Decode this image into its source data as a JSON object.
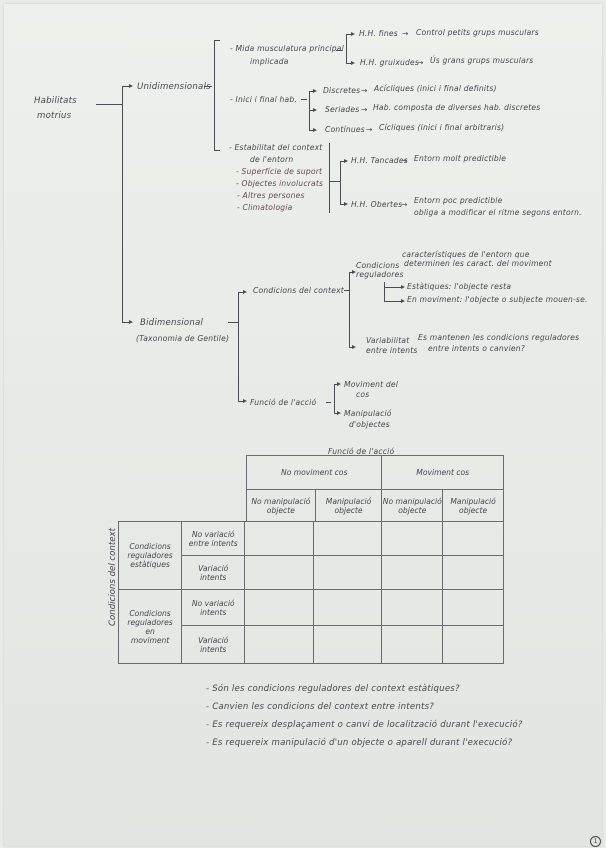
{
  "document": {
    "language": "ca",
    "root": {
      "label_line1": "Habilitats",
      "label_line2": "motrius"
    },
    "unidimensional": {
      "label": "Unidimensionals",
      "muscle": {
        "label_line1": "- Mida musculatura principal",
        "label_line2": "implicada",
        "fines": {
          "label": "H.H. fines",
          "desc": "Control petits grups musculars"
        },
        "gruixudes": {
          "label": "H.H. gruixudes",
          "desc": "Ús grans grups musculars"
        }
      },
      "start_end": {
        "label": "- Inici i final hab.",
        "discretes": {
          "label": "Discretes",
          "desc": "Acícliques (inici i final definits)"
        },
        "seriades": {
          "label": "Seriades",
          "desc": "Hab. composta de diverses hab. discretes"
        },
        "continues": {
          "label": "Contínues",
          "desc": "Cícliques (inici i final arbitraris)"
        }
      },
      "stability": {
        "label_line1": "- Estabilitat del context",
        "label_line2": "de l'entorn",
        "subpoints": [
          "- Superfície de suport",
          "- Objectes involucrats",
          "- Altres persones",
          "- Climatologia"
        ],
        "tancades": {
          "label": "H.H. Tancades",
          "desc": "Entorn molt predictible"
        },
        "obertes": {
          "label": "H.H. Obertes",
          "desc_line1": "Entorn poc predictible",
          "desc_line2": "obliga a modificar el ritme segons entorn."
        }
      }
    },
    "bidimensional": {
      "label": "Bidimensional",
      "sublabel": "(Taxonomia de Gentile)",
      "context": {
        "label": "Condicions del context",
        "regulating": {
          "label_line1": "Condicions",
          "label_line2": "reguladores",
          "note_line1": "característiques de l'entorn que",
          "note_line2": "determinen les caract. del moviment",
          "estatiques": "Estàtiques: l'objecte resta",
          "moviment": "En moviment: l'objecte o subjecte mouen-se."
        },
        "variability": {
          "label_line1": "Variabilitat",
          "label_line2": "entre intents",
          "note_line1": "Es mantenen les condicions reguladores",
          "note_line2": "entre intents o canvien?"
        }
      },
      "action": {
        "label": "Funció de l'acció",
        "body": {
          "line1": "Moviment del",
          "line2": "cos"
        },
        "object": {
          "line1": "Manipulació",
          "line2": "d'objectes"
        }
      }
    },
    "table": {
      "title": "Funció de l'acció",
      "row_axis": "Condicions del context",
      "col_groups": [
        "No moviment cos",
        "Moviment cos"
      ],
      "col_subheaders": [
        {
          "line1": "No manipulació",
          "line2": "objecte"
        },
        {
          "line1": "Manipulació",
          "line2": "objecte"
        },
        {
          "line1": "No manipulació",
          "line2": "objecte"
        },
        {
          "line1": "Manipulació",
          "line2": "objecte"
        }
      ],
      "row_groups": [
        {
          "line1": "Condicions",
          "line2": "reguladores",
          "line3": "estàtiques",
          "line4": ""
        },
        {
          "line1": "Condicions",
          "line2": "reguladores",
          "line3": "en",
          "line4": "moviment"
        }
      ],
      "row_subheaders": [
        {
          "line1": "No variació",
          "line2": "entre intents"
        },
        {
          "line1": "Variació",
          "line2": "intents"
        },
        {
          "line1": "No variació",
          "line2": "intents"
        },
        {
          "line1": "Variació",
          "line2": "intents"
        }
      ]
    },
    "questions": [
      "- Són les condicions reguladores del context estàtiques?",
      "- Canvien les condicions del context entre intents?",
      "- Es requereix desplaçament o canvi de localització durant l'execució?",
      "- Es requereix manipulació d'un objecte o aparell durant l'execució?"
    ],
    "page_number": "1"
  }
}
